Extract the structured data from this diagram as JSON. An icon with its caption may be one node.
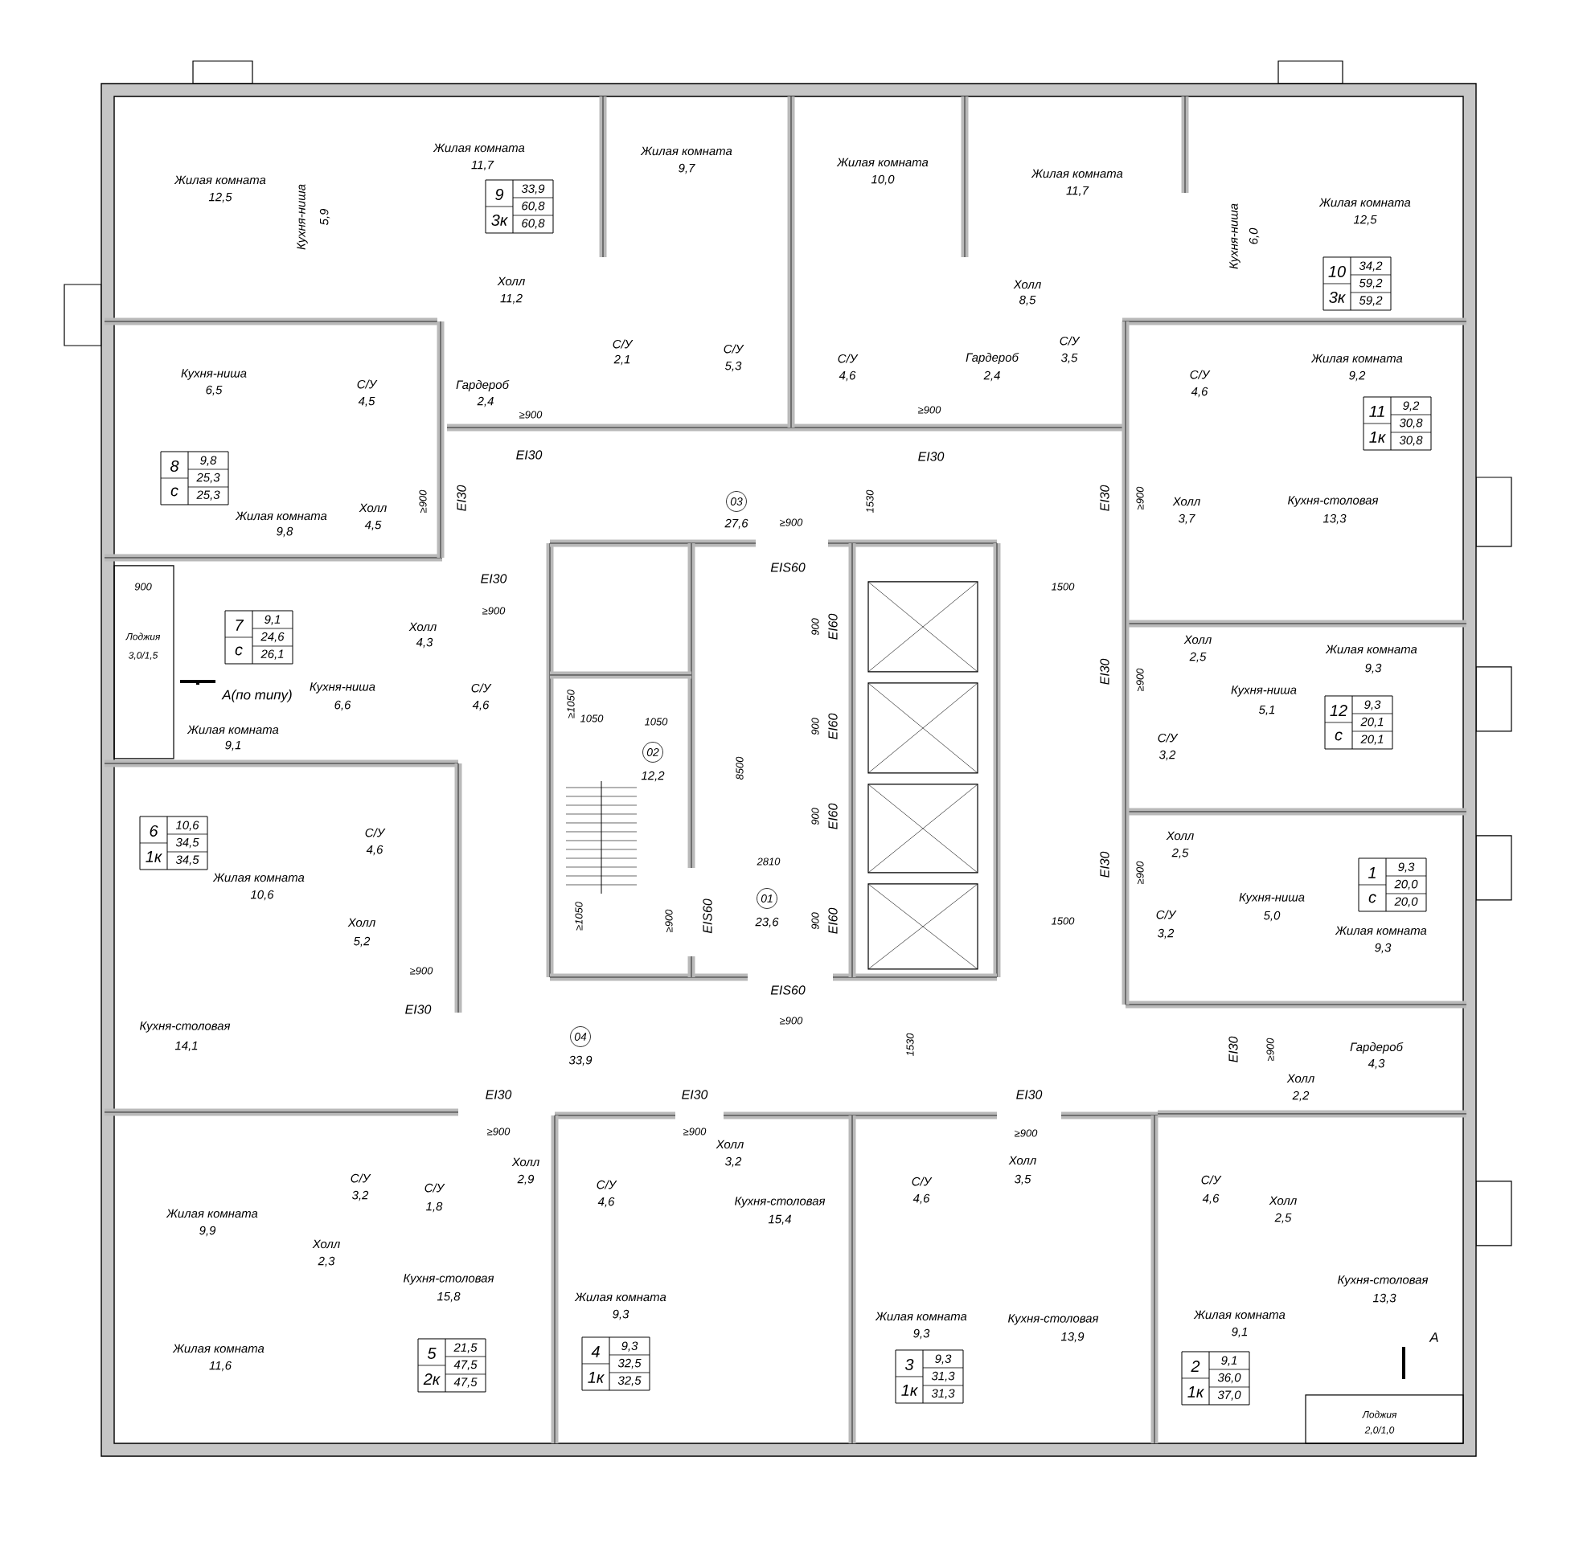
{
  "diagram": {
    "labels": [
      "Жилая комната",
      "12,5",
      "Кухня-ниша",
      "5,9",
      "Жилая комната",
      "11,7",
      "9",
      "33,9",
      "60,8",
      "3к",
      "60,8",
      "Жилая комната",
      "9,7",
      "Жилая комната",
      "10,0",
      "Жилая комната",
      "11,7",
      "Кухня-ниша",
      "6,0",
      "Жилая комната",
      "12,5",
      "10",
      "34,2",
      "59,2",
      "3к",
      "59,2",
      "Холл",
      "11,2",
      "Холл",
      "8,5",
      "Кухня-ниша",
      "6,5",
      "С/У",
      "4,5",
      "Гардероб",
      "2,4",
      "С/У",
      "2,1",
      "С/У",
      "5,3",
      "С/У",
      "4,6",
      "Гардероб",
      "2,4",
      "С/У",
      "3,5",
      "С/У",
      "4,6",
      "Жилая комната",
      "9,2",
      "11",
      "9,2",
      "30,8",
      "1к",
      "30,8",
      "≥900",
      "≥900",
      "EI30",
      "EI30",
      "8",
      "9,8",
      "25,3",
      "с",
      "25,3",
      "Жилая комната",
      "9,8",
      "Холл",
      "4,5",
      "≥900",
      "EI30",
      "03",
      "27,6",
      "≥900",
      "1530",
      "EI30",
      "≥900",
      "Холл",
      "3,7",
      "Кухня-столовая",
      "13,3",
      "EIS60",
      "EI30",
      "900",
      "1500",
      "≥900",
      "7",
      "9,1",
      "24,6",
      "с",
      "26,1",
      "Холл",
      "4,3",
      "900",
      "EI60",
      "Лоджия",
      "3,0/1,5",
      "Холл",
      "2,5",
      "Жилая комната",
      "9,3",
      "EI30",
      "≥900",
      "А(по типу)",
      "Кухня-ниша",
      "6,6",
      "С/У",
      "4,6",
      "Кухня-ниша",
      "5,1",
      "12",
      "9,3",
      "20,1",
      "с",
      "20,1",
      "≥1050",
      "1050",
      "1050",
      "900",
      "EI60",
      "Жилая комната",
      "9,1",
      "02",
      "12,2",
      "8500",
      "С/У",
      "3,2",
      "900",
      "EI60",
      "6",
      "10,6",
      "34,5",
      "1к",
      "34,5",
      "С/У",
      "4,6",
      "Холл",
      "2,5",
      "2810",
      "EI30",
      "≥900",
      "1",
      "9,3",
      "20,0",
      "с",
      "20,0",
      "Жилая комната",
      "10,6",
      "Холл",
      "5,2",
      "≥1050",
      "≥900",
      "EIS60",
      "01",
      "23,6",
      "900",
      "EI60",
      "1500",
      "С/У",
      "3,2",
      "Кухня-ниша",
      "5,0",
      "Жилая комната",
      "9,3",
      "≥900",
      "EIS60",
      "EI30",
      "≥900",
      "Кухня-столовая",
      "14,1",
      "04",
      "33,9",
      "1530",
      "EI30",
      "≥900",
      "Гардероб",
      "4,3",
      "EI30",
      "EI30",
      "EI30",
      "Холл",
      "2,2",
      "≥900",
      "≥900",
      "≥900",
      "С/У",
      "3,2",
      "С/У",
      "1,8",
      "Холл",
      "2,9",
      "С/У",
      "4,6",
      "Холл",
      "3,2",
      "Кухня-столовая",
      "15,4",
      "С/У",
      "4,6",
      "Холл",
      "3,5",
      "С/У",
      "4,6",
      "Холл",
      "2,5",
      "Жилая комната",
      "9,9",
      "Холл",
      "2,3",
      "Кухня-столовая",
      "15,8",
      "Жилая комната",
      "9,3",
      "Жилая комната",
      "9,3",
      "Кухня-столовая",
      "13,9",
      "Жилая комната",
      "9,1",
      "Кухня-столовая",
      "13,3",
      "Жилая комната",
      "11,6",
      "5",
      "21,5",
      "47,5",
      "2к",
      "47,5",
      "4",
      "9,3",
      "32,5",
      "1к",
      "32,5",
      "3",
      "9,3",
      "31,3",
      "1к",
      "31,3",
      "2",
      "9,1",
      "36,0",
      "1к",
      "37,0",
      "А",
      "Лоджия",
      "2,0/1,0"
    ]
  }
}
